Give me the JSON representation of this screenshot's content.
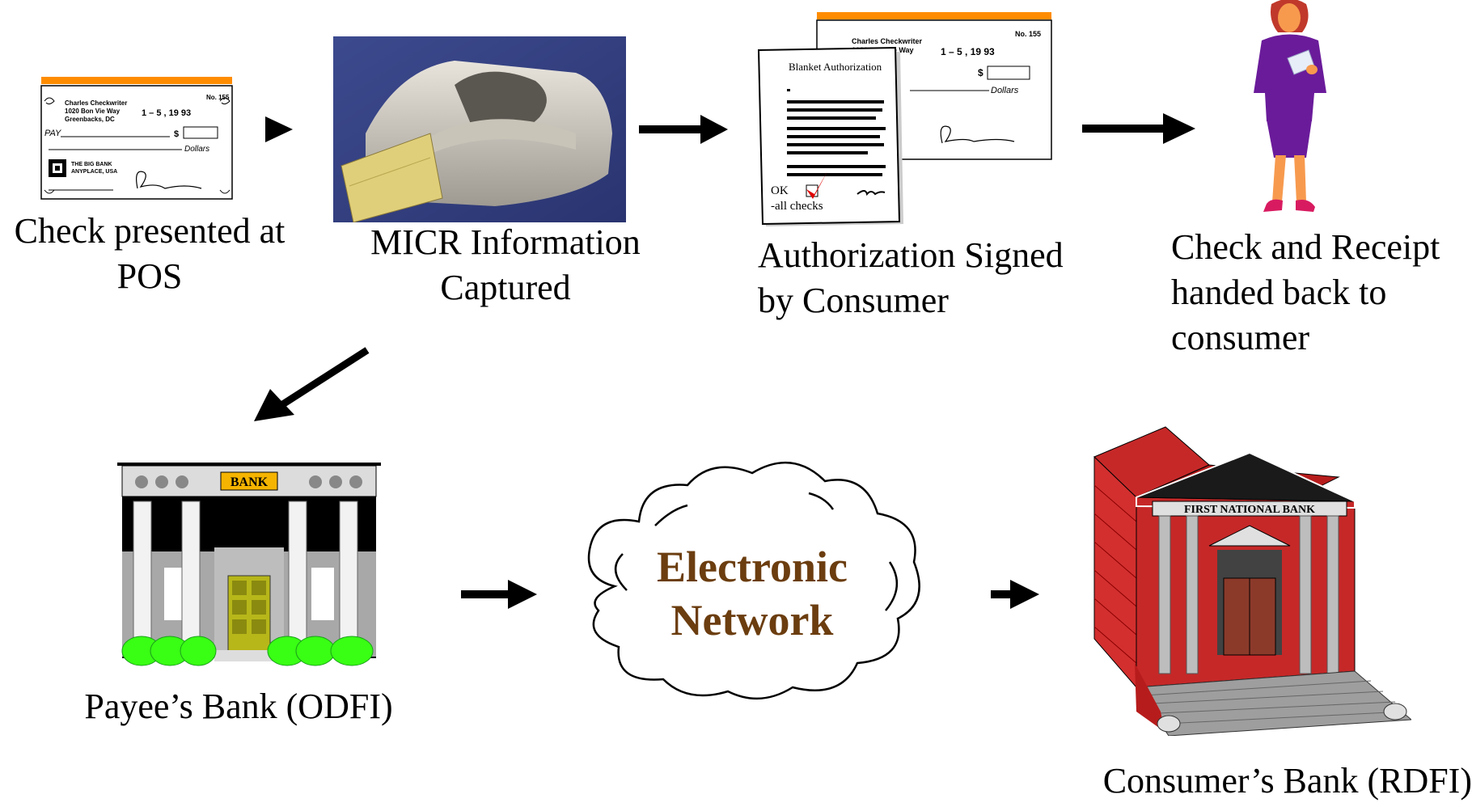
{
  "steps": {
    "check_presented": "Check presented at POS",
    "micr_captured": "MICR Information Captured",
    "authorization_signed": "Authorization Signed by Consumer",
    "check_handed_back": "Check and Receipt handed back to consumer",
    "payee_bank": "Payee’s Bank (ODFI)",
    "network": "Electronic Network",
    "consumer_bank": "Consumer’s Bank (RDFI)"
  },
  "check": {
    "name": "Charles Checkwriter",
    "address1": "1020 Bon Vie Way",
    "address2": "Greenbacks, DC",
    "number": "No. 155",
    "date": "1 – 5 , 19 93",
    "pay": "PAY",
    "dollar_sign": "$",
    "dollars": "Dollars",
    "bank_name": "THE BIG BANK",
    "bank_city": "ANYPLACE, USA"
  },
  "authorization_form": {
    "title": "Blanket Authorization",
    "ok": "OK",
    "scope": "-all checks"
  },
  "payee_bank_sign": "BANK",
  "consumer_bank_sign": "FIRST NATIONAL BANK",
  "network_label": {
    "line1": "Electronic",
    "line2": "Network",
    "color": "#6b3d0f"
  }
}
